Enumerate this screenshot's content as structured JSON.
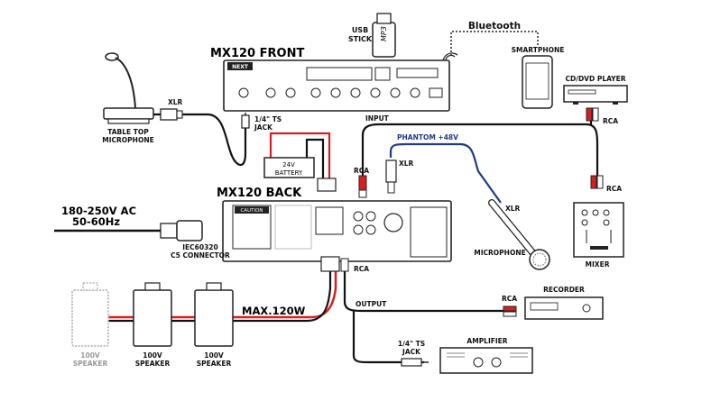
{
  "titles": {
    "front": "MX120 FRONT",
    "back": "MX120 BACK"
  },
  "power": {
    "ac_line1": "180-250V AC",
    "ac_line2": "50-60Hz",
    "connector_line1": "IEC60320",
    "connector_line2": "C5 CONNECTOR"
  },
  "labels": {
    "usb_line1": "USB",
    "usb_line2": "STICK",
    "mp3": "MP3",
    "bluetooth": "Bluetooth",
    "smartphone": "SMARTPHONE",
    "cd_dvd": "CD/DVD PLAYER",
    "table_mic_line1": "TABLE TOP",
    "table_mic_line2": "MICROPHONE",
    "xlr_front": "XLR",
    "ts_jack_front_line1": "1/4\" TS",
    "ts_jack_front_line2": "JACK",
    "battery_line1": "24V",
    "battery_line2": "BATTERY",
    "input": "INPUT",
    "phantom": "PHANTOM +48V",
    "rca_input": "RCA",
    "xlr_mid": "XLR",
    "xlr_mic": "XLR",
    "rca_mixer_top": "RCA",
    "rca_mixer_bottom": "RCA",
    "microphone": "MICROPHONE",
    "mixer": "MIXER",
    "rca_out": "RCA",
    "output": "OUTPUT",
    "rca_recorder": "RCA",
    "recorder": "RECORDER",
    "max_line": "MAX.120W",
    "amplifier": "AMPLIFIER",
    "ts_jack_amp_line1": "1/4\"  TS",
    "ts_jack_amp_line2": "JACK",
    "speaker_volt": "100V",
    "speaker_word": "SPEAKER",
    "caution": "CAUTION",
    "brand": "NEXT"
  },
  "colors": {
    "cable_black": "#111111",
    "cable_red": "#d42020",
    "cable_blue": "#1f3a8a",
    "phantom_text": "#1f3a8a",
    "grey_speaker": "#999999"
  }
}
